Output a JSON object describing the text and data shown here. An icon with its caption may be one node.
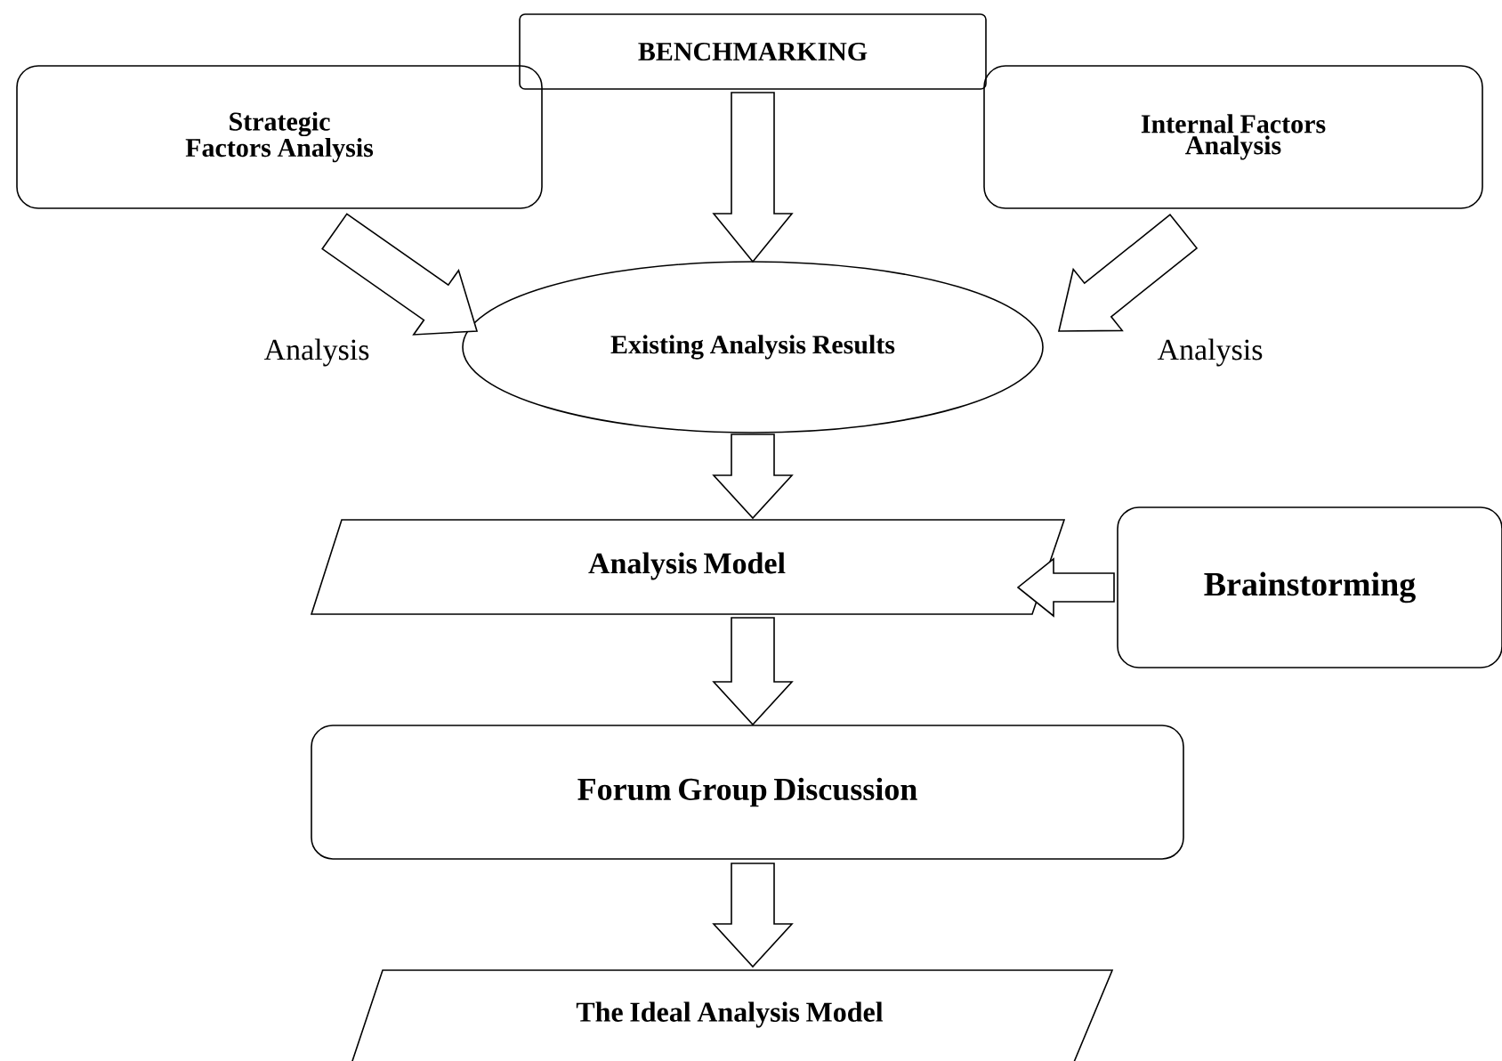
{
  "diagram": {
    "nodes": [
      {
        "text": [
          "BENCHMARKING"
        ]
      },
      {
        "text": [
          "Strategic Factors Analysis"
        ]
      },
      {
        "text": [
          "Internal Factors Analysis"
        ]
      },
      {
        "text": [
          "Existing Analysis Results"
        ]
      },
      {
        "text": [
          "Analysis Model"
        ]
      },
      {
        "text": [
          "Brainstorming"
        ]
      },
      {
        "text": [
          "Forum Group Discussion"
        ]
      },
      {
        "text": [
          "The Ideal Analysis Model"
        ]
      }
    ],
    "edges": [
      {
        "from": 0,
        "to": 3,
        "arrow": "to"
      },
      {
        "from": 1,
        "to": 3,
        "arrow": "to",
        "label": "Analysis"
      },
      {
        "from": 2,
        "to": 3,
        "arrow": "to",
        "label": "Analysis"
      },
      {
        "from": 3,
        "to": 4,
        "arrow": "to"
      },
      {
        "from": 5,
        "to": 4,
        "arrow": "to"
      },
      {
        "from": 4,
        "to": 6,
        "arrow": "to"
      },
      {
        "from": 6,
        "to": 7,
        "arrow": "to"
      }
    ]
  }
}
